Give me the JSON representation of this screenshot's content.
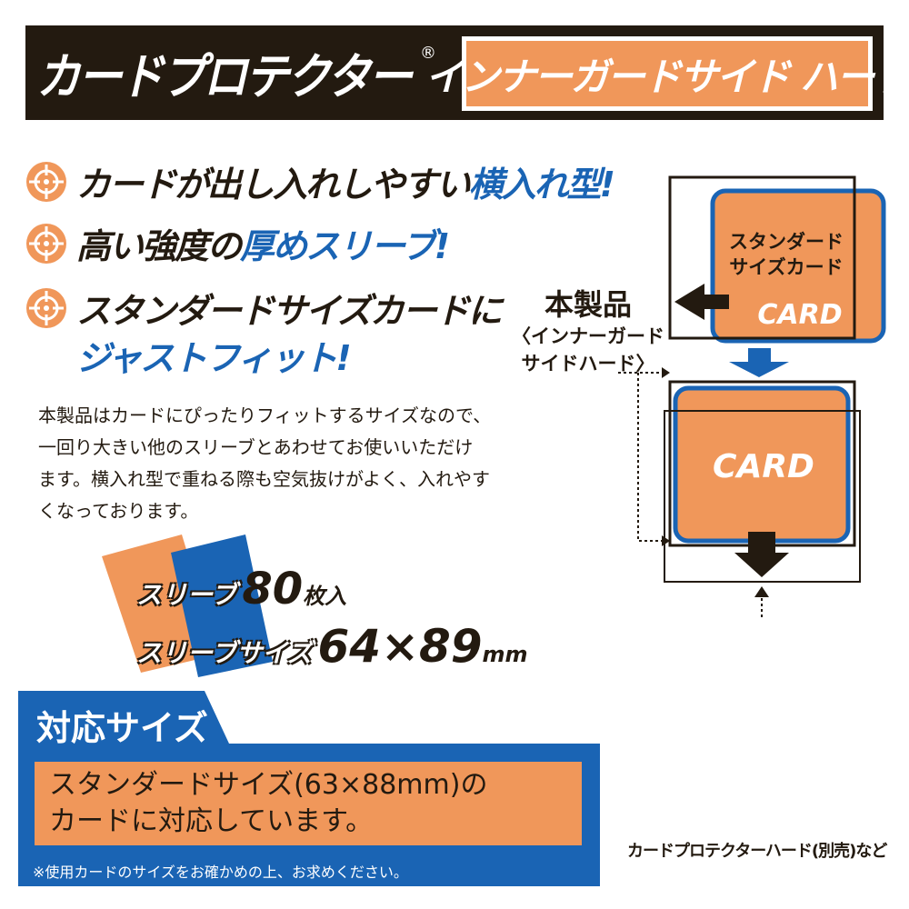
{
  "header": {
    "title": "カードプロテクター",
    "registered_mark": "®",
    "subtitle": "インナーガードサイド ハード"
  },
  "bullets": [
    {
      "icon": "target-icon",
      "text": "カードが出し入れしやすい",
      "highlight": "横入れ型!"
    },
    {
      "icon": "target-icon",
      "text": "高い強度の",
      "highlight": "厚めスリーブ!"
    },
    {
      "icon": "target-icon",
      "text": "スタンダードサイズカードに",
      "highlight": "ジャストフィット!"
    }
  ],
  "description": "本製品はカードにぴったりフィットするサイズなので、\n一回り大きい他のスリーブとあわせてお使いいただけ\nます。横入れ型で重ねる際も空気抜けがよく、入れやす\nくなっております。",
  "spec": {
    "count_label": "スリーブ",
    "count_value": "80",
    "count_unit": "枚入",
    "size_label": "スリーブサイズ",
    "size_value": "64×89",
    "size_unit": "mm"
  },
  "compat": {
    "title": "対応サイズ",
    "body": "スタンダードサイズ(63×88mm)の\nカードに対応しています。",
    "footnote": "※使用カードのサイズをお確かめの上、お求めください。"
  },
  "diagram": {
    "product_title": "本製品",
    "product_sub": "〈インナーガード\nサイドハード〉",
    "card_label": "スタンダード\nサイズカード",
    "card_logo": "CARD",
    "caption": "カードプロテクターハード(別売)など"
  },
  "colors": {
    "dark": "#231a10",
    "orange": "#f0975a",
    "blue": "#1a64b4"
  }
}
